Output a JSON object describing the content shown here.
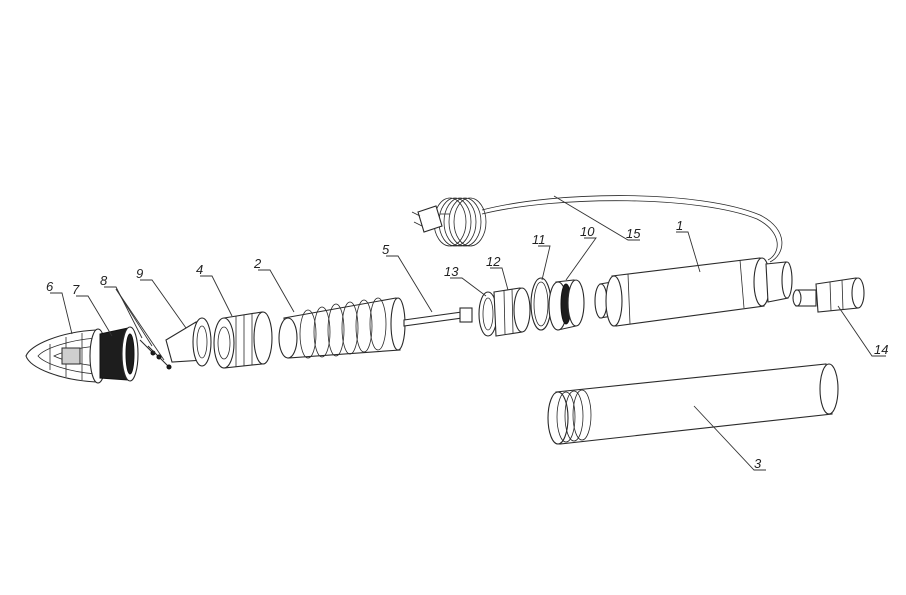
{
  "labels": {
    "p1": "1",
    "p2": "2",
    "p3": "3",
    "p4": "4",
    "p5": "5",
    "p6": "6",
    "p7": "7",
    "p8": "8",
    "p9": "9",
    "p10": "10",
    "p11": "11",
    "p12": "12",
    "p13": "13",
    "p14": "14",
    "p15": "15"
  },
  "colors": {
    "line": "#2a2a2a",
    "background": "#ffffff"
  }
}
